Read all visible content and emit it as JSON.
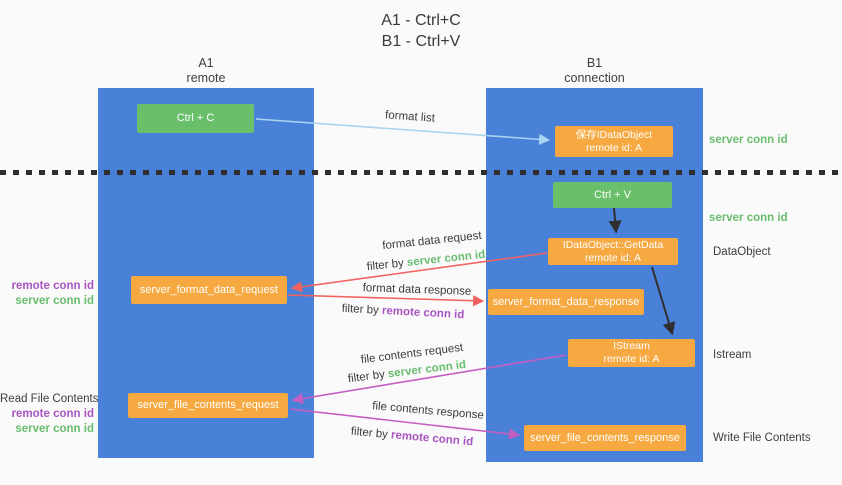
{
  "title": {
    "line1": "A1 - Ctrl+C",
    "line2": "B1 - Ctrl+V"
  },
  "columns": {
    "a1": {
      "title": "A1",
      "subtitle": "remote"
    },
    "b1": {
      "title": "B1",
      "subtitle": "connection"
    }
  },
  "nodes": {
    "ctrl_c": "Ctrl + C",
    "ctrl_v": "Ctrl + V",
    "save_idataobject": {
      "line1": "保存IDataObject",
      "line2": "remote id: A"
    },
    "getdata": {
      "line1": "IDataObject::GetData",
      "line2": "remote id: A"
    },
    "istream": {
      "line1": "IStream",
      "line2": "remote id: A"
    },
    "server_format_data_request": "server_format_data_request",
    "server_format_data_response": "server_format_data_response",
    "server_file_contents_request": "server_file_contents_request",
    "server_file_contents_response": "server_file_contents_response"
  },
  "arrows": {
    "format_list": "format list",
    "format_data_request": "format data request",
    "format_data_response": "format data response",
    "file_contents_request": "file contents request",
    "file_contents_response": "file contents response",
    "filter_by": "filter by"
  },
  "ids": {
    "server_conn_id": "server conn id",
    "remote_conn_id": "remote conn id"
  },
  "annotations": {
    "dataobject": "DataObject",
    "istream": "Istream",
    "read_file_contents": "Read File Contents",
    "write_file_contents": "Write File Contents"
  },
  "colors": {
    "background": "#fafafa",
    "column_blue": "#4a81d8",
    "box_green": "#6abf6b",
    "box_orange": "#f6a841",
    "arrow_lightblue": "#a9d4f0",
    "arrow_red": "#f0625e",
    "arrow_magenta": "#c55ec0",
    "arrow_black": "#2f2f2f",
    "label_green": "#69bd6f",
    "label_purple": "#a855c0",
    "text_dark": "#3c3c3c"
  }
}
